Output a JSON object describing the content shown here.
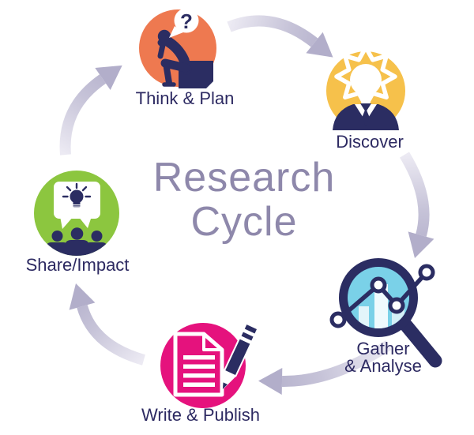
{
  "diagram": {
    "title_line1": "Research",
    "title_line2": "Cycle"
  },
  "nodes": [
    {
      "id": "think-plan",
      "label": "Think & Plan",
      "color": "#ee7950",
      "icon": "thinker-question-icon",
      "bubble_text": "?"
    },
    {
      "id": "discover",
      "label": "Discover",
      "color": "#f6c14b",
      "icon": "lightbulb-head-icon"
    },
    {
      "id": "gather-analyse",
      "label_line1": "Gather",
      "label_line2": "& Analyse",
      "color": "#7ad1e8",
      "icon": "magnifier-chart-icon"
    },
    {
      "id": "write-publish",
      "label": "Write & Publish",
      "color": "#e5127d",
      "icon": "document-pencil-icon"
    },
    {
      "id": "share-impact",
      "label": "Share/Impact",
      "color": "#8cc63f",
      "icon": "speech-bubble-crowd-icon"
    }
  ],
  "arrows": [
    {
      "from": "think-plan",
      "to": "discover"
    },
    {
      "from": "discover",
      "to": "gather-analyse"
    },
    {
      "from": "gather-analyse",
      "to": "write-publish"
    },
    {
      "from": "write-publish",
      "to": "share-impact"
    },
    {
      "from": "share-impact",
      "to": "think-plan"
    }
  ],
  "colors": {
    "background": "#ffffff",
    "icon_navy": "#2b2d62",
    "label_text": "#2d2a62",
    "title_text": "#8e88ab",
    "arrow_light": "#eceaf3",
    "arrow_dark": "#b2aeca",
    "lens_blue": "#7ad1e8"
  }
}
